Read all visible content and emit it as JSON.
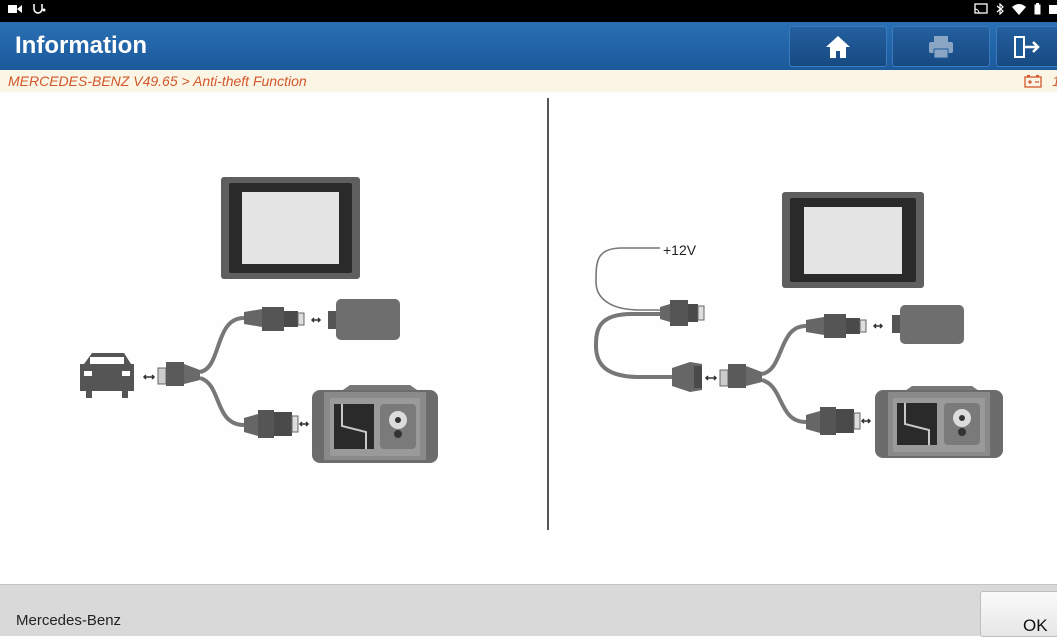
{
  "title_bar": {
    "title": "Information"
  },
  "toolbar": {
    "home": "home-icon",
    "print": "print-icon",
    "exit": "exit-icon"
  },
  "breadcrumb": {
    "text": "MERCEDES-BENZ V49.65 > Anti-theft Function",
    "right_text": "1"
  },
  "diagram": {
    "voltage_label": "+12V"
  },
  "footer": {
    "vehicle": "Mercedes-Benz",
    "ok_label": "OK"
  },
  "colors": {
    "title_blue": "#1e63a8",
    "breadcrumb_orange": "#d2572a",
    "device_gray": "#6f6f6f"
  }
}
